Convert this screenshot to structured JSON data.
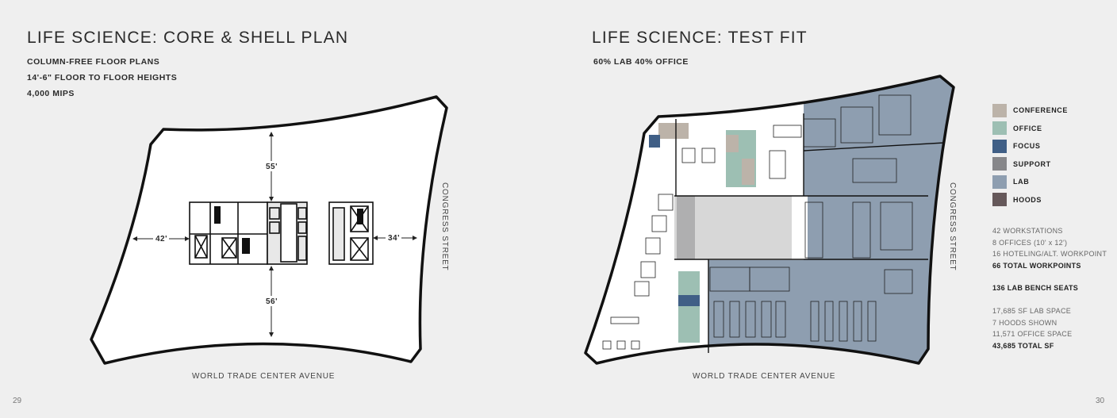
{
  "left_page": {
    "title": "LIFE SCIENCE: CORE & SHELL PLAN",
    "features": [
      "COLUMN-FREE FLOOR PLANS",
      "14'-6\" FLOOR TO FLOOR HEIGHTS",
      "4,000 MIPS"
    ],
    "dimensions": {
      "north": "55'",
      "south": "56'",
      "west": "42'",
      "east": "34'"
    },
    "street_bottom": "WORLD TRADE CENTER AVENUE",
    "street_right": "CONGRESS STREET",
    "page_number": "29"
  },
  "right_page": {
    "title": "LIFE SCIENCE: TEST FIT",
    "subtitle": "60% LAB 40% OFFICE",
    "street_bottom": "WORLD TRADE CENTER AVENUE",
    "street_right": "CONGRESS STREET",
    "page_number": "30",
    "legend": [
      {
        "label": "CONFERENCE",
        "color": "#bcb3a9"
      },
      {
        "label": "OFFICE",
        "color": "#9dbfb3"
      },
      {
        "label": "FOCUS",
        "color": "#405f86"
      },
      {
        "label": "SUPPORT",
        "color": "#87878a"
      },
      {
        "label": "LAB",
        "color": "#8e9eb0"
      },
      {
        "label": "HOODS",
        "color": "#65585a"
      }
    ],
    "stats": {
      "workpoints": [
        "42 WORKSTATIONS",
        "8 OFFICES (10' x 12')",
        "16 HOTELING/ALT. WORKPOINT"
      ],
      "workpoints_total": "66 TOTAL WORKPOINTS",
      "lab_seats": "136 LAB BENCH SEATS",
      "space": [
        "17,685 SF LAB SPACE",
        "7 HOODS SHOWN",
        "11,571 OFFICE SPACE"
      ],
      "space_total": "43,685 TOTAL SF"
    }
  }
}
